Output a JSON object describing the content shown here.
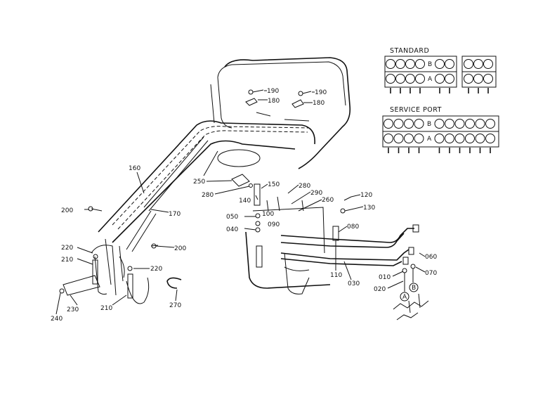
{
  "inset": {
    "standard_title": "STANDARD",
    "service_port_title": "SERVICE PORT",
    "port_a": "A",
    "port_b": "B"
  },
  "callouts": {
    "p010": "010",
    "p020": "020",
    "p030": "030",
    "p040": "040",
    "p050": "050",
    "p060": "060",
    "p070": "070",
    "p080": "080",
    "p090": "090",
    "p100": "100",
    "p110": "110",
    "p120": "120",
    "p130": "130",
    "p140": "140",
    "p150": "150",
    "p160": "160",
    "p170": "170",
    "p180a": "180",
    "p180b": "180",
    "p190a": "190",
    "p190b": "190",
    "p200a": "200",
    "p200b": "200",
    "p210a": "210",
    "p210b": "210",
    "p220a": "220",
    "p220b": "220",
    "p230": "230",
    "p240": "240",
    "p250": "250",
    "p260": "260",
    "p270": "270",
    "p280a": "280",
    "p280b": "280",
    "p290": "290"
  },
  "markers": {
    "circle_a": "A",
    "circle_b": "B"
  }
}
